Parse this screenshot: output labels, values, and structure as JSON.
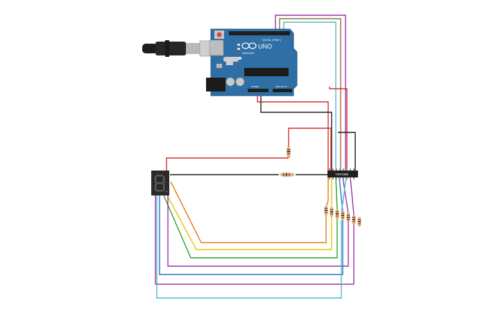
{
  "board": {
    "name": "UNO",
    "brand": "ARDUINO",
    "header_top": "DIGITAL (PWM~)",
    "header_power": "POWER",
    "header_analog": "ANALOG IN",
    "color": "#2f6fa6"
  },
  "ic": {
    "label": "74HC595",
    "color": "#1f1f1f"
  },
  "display": {
    "digit": "8.",
    "color": "#2b2b2b",
    "segment_color": "#5a5a5a"
  },
  "wire_colors": {
    "red": "#d62c2c",
    "black": "#1a1a1a",
    "orange": "#e07b16",
    "yellow": "#e6c300",
    "green": "#2aa12a",
    "blue": "#1b78c8",
    "purple": "#9b2fae",
    "cyan": "#4fb6c8",
    "brown": "#9b6a3a"
  }
}
